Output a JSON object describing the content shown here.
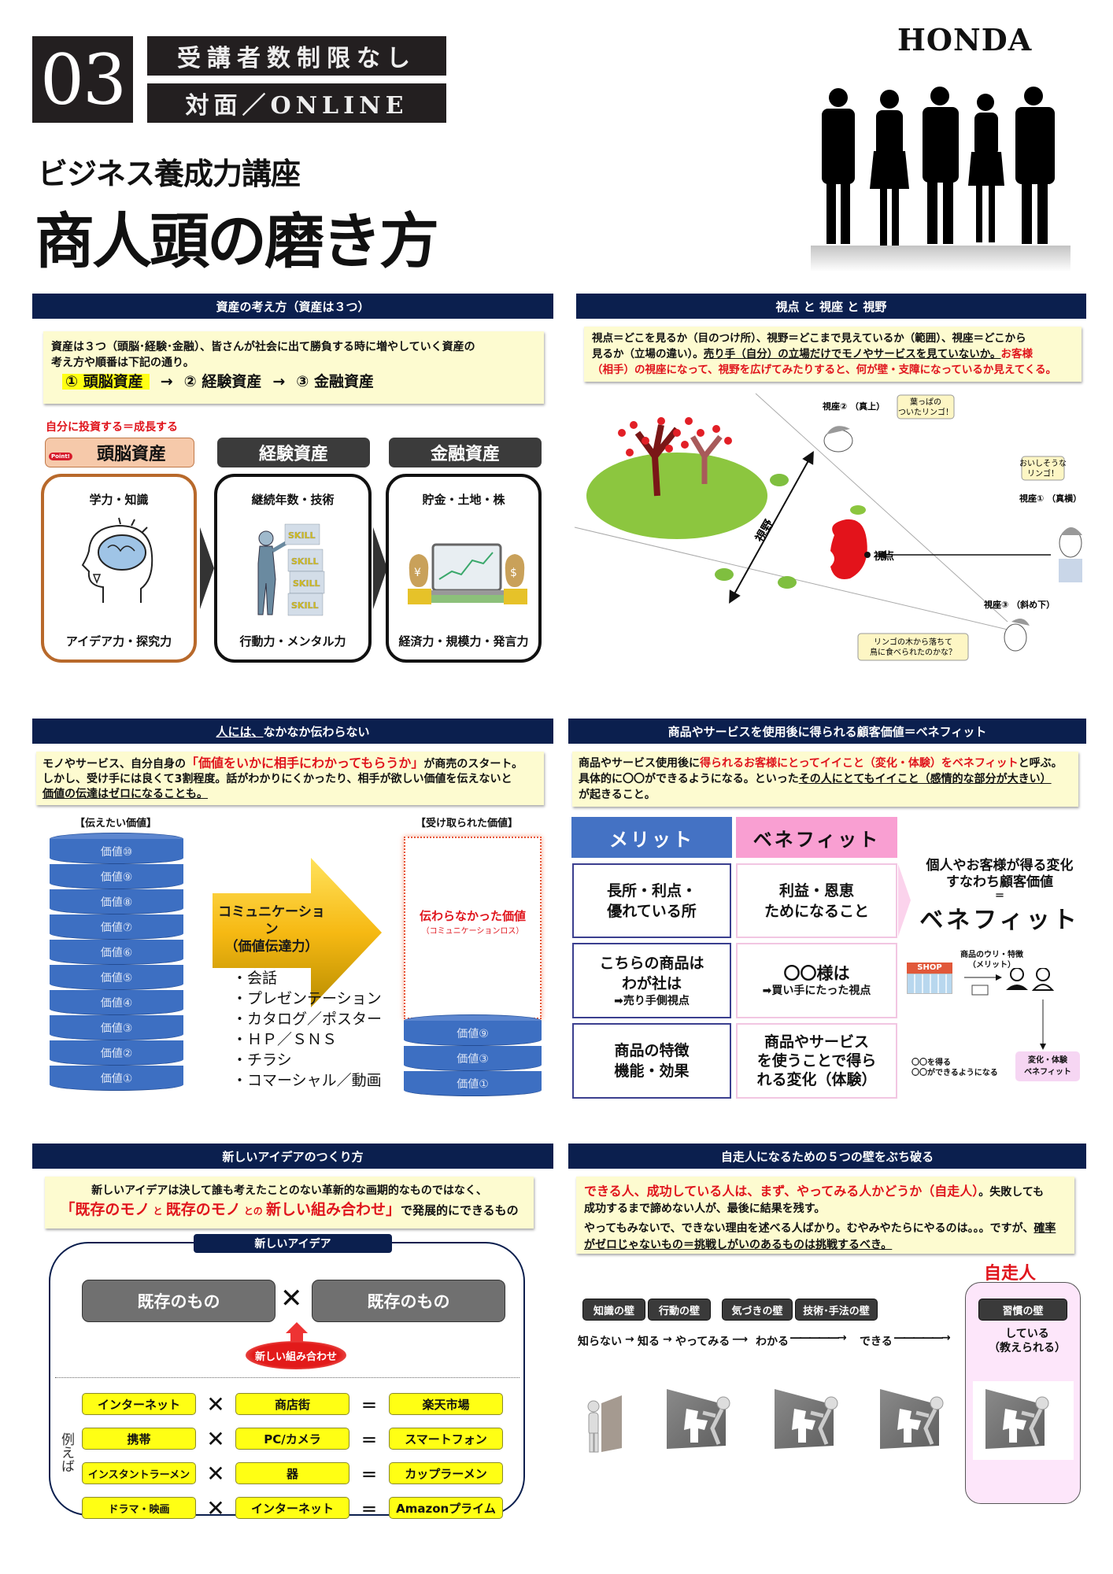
{
  "header": {
    "number": "03",
    "tag_top": "受講者数制限なし",
    "tag_bottom": "対面／ONLINE",
    "subtitle": "ビジネス養成力講座",
    "title": "商人頭の磨き方",
    "logo": "HONDA",
    "image": "people-silhouettes"
  },
  "sections": {
    "assets": {
      "bar": "資産の考え方（資産は３つ）",
      "note_line1": "資産は３つ（頭脳･経験･金融）、皆さんが社会に出て勝負する時に増やしていく資産の",
      "note_line2": "考え方や順番は下記の通り。",
      "flow": [
        "① 頭脳資産",
        "→",
        "② 経験資産",
        "→",
        "③ 金融資産"
      ],
      "invest_label": "自分に投資する＝成長する",
      "point_badge": "Point!",
      "cards": [
        {
          "category": "頭脳資産",
          "top": "学力・知識",
          "bottom": "アイデア力・探究力",
          "image": "brain-head"
        },
        {
          "category": "経験資産",
          "top": "継続年数・技術",
          "bottom": "行動力・メンタル力",
          "image": "skill-blocks",
          "skill_label": "SKILL"
        },
        {
          "category": "金融資産",
          "top": "貯金・土地・株",
          "bottom": "経済力・規模力・発言力",
          "image": "money-laptop"
        }
      ]
    },
    "viewpoint": {
      "bar": "視点 と 視座 と 視野",
      "note_p1": "視点＝どこを見るか（目のつけ所）、視野＝どこまで見えているか（範囲）、視座＝どこから",
      "note_p2a": "見るか（立場の違い）。",
      "note_p2u": "売り手（自分）の立場だけでモノやサービスを見ていないか。",
      "note_p2r": "お客様",
      "note_p3r": "（相手）の視座になって、視野を広げてみたりすると、何が壁・支障になっているか見えてくる。",
      "seat2_label": "視座② （真上）",
      "seat2_bubble": "葉っぱの\nついたリンゴ！",
      "seat1_label": "視座① （真横）",
      "seat1_bubble": "おいしそうな\nリンゴ！",
      "seat3_label": "視座③ （斜め下）",
      "seat3_bubble": "リンゴの木から落ちて\n鳥に食べられたのかな？",
      "field_label": "視野",
      "point_label": "視点"
    },
    "communication": {
      "bar_u": "人には、",
      "bar_rest": "なかなか伝わらない",
      "note_a": "モノやサービス、自分自身の",
      "note_red": "「価値をいかに相手にわかってもらうか」",
      "note_b": "が商売のスタート。",
      "note_line2": "しかし、受け手には良くて3割程度。話がわかりにくかったり、相手が欲しい価値を伝えないと",
      "note_line3": "価値の伝達はゼロになることも。",
      "left_label": "【伝えたい価値】",
      "right_label": "【受け取られた価値】",
      "left_values": [
        "価値⑩",
        "価値⑨",
        "価値⑧",
        "価値⑦",
        "価値⑥",
        "価値⑤",
        "価値④",
        "価値③",
        "価値②",
        "価値①"
      ],
      "right_values": [
        "価値⑨",
        "価値③",
        "価値①"
      ],
      "arrow_line1": "コミュニケーション",
      "arrow_line2": "（価値伝達力）",
      "channels": [
        "・会話",
        "・プレゼンテーション",
        "・カタログ／ポスター",
        "・ＨＰ／ＳＮＳ",
        "・チラシ",
        "・コマーシャル／動画"
      ],
      "lost_title": "伝わらなかった価値",
      "lost_sub": "（コミュニケーションロス）"
    },
    "benefit": {
      "bar": "商品やサービスを使用後に得られる顧客価値＝ベネフィット",
      "note_a": "商品やサービス使用後に",
      "note_red": "得られるお客様にとってイイこと（変化・体験）をベネフィット",
      "note_b": "と呼ぶ。",
      "note_line2a": "具体的に〇〇ができるようになる。といった",
      "note_line2u": "その人にとてもイイこと（感情的な部分が大きい）",
      "note_line3": "が起きること。",
      "merit_header": "メリット",
      "benefit_header": "ベネフィット",
      "rows": [
        {
          "merit": "長所・利点・\n優れている所",
          "benefit": "利益・恩恵\nためになること"
        },
        {
          "merit": "こちらの商品は\nわが社は",
          "merit_sub": "➡売り手側視点",
          "benefit": "〇〇様は",
          "benefit_sub": "➡買い手にたった視点"
        },
        {
          "merit": "商品の特徴\n機能・効果",
          "benefit": "商品やサービス\nを使うことで得ら\nれる変化（体験）"
        }
      ],
      "side_line1": "個人やお客様が得る変化",
      "side_line2": "すなわち顧客価値",
      "side_eq": "＝",
      "side_big": "ベネフィット",
      "shop_label": "SHOP",
      "diagram_label1": "商品のウリ・特徴",
      "diagram_label2": "（メリット）",
      "gain_line1": "〇〇を得る",
      "gain_line2": "〇〇ができるようになる",
      "result_line1": "変化・体験",
      "result_line2": "ベネフィット"
    },
    "idea": {
      "bar": "新しいアイデアのつくり方",
      "note_line1": "新しいアイデアは決して誰も考えたことのない革新的な画期的なものではなく、",
      "note_r1": "「既存のモノ",
      "note_s1": " と ",
      "note_r2": "既存のモノ",
      "note_s2": " との ",
      "note_r3": "新しい組み合わせ」",
      "note_end": "で発展的にできるもの",
      "frame_title": "新しいアイデア",
      "existing": "既存のもの",
      "times": "✕",
      "combine_label": "新しい組み合わせ",
      "example_label": "例えば",
      "examples": [
        {
          "a": "インターネット",
          "b": "商店街",
          "c": "楽天市場"
        },
        {
          "a": "携帯",
          "b": "PC/カメラ",
          "c": "スマートフォン"
        },
        {
          "a": "インスタントラーメン",
          "b": "器",
          "c": "カップラーメン"
        },
        {
          "a": "ドラマ・映画",
          "b": "インターネット",
          "c": "Amazonプライム"
        }
      ],
      "op_times": "✕",
      "op_eq": "＝"
    },
    "walls": {
      "bar": "自走人になるための５つの壁をぶち破る",
      "note_red": "できる人、成功している人は、まず、やってみる人かどうか（自走人）",
      "note_a": "。失敗しても",
      "note_line2": "成功するまで諦めない人が、最後に結果を残す。",
      "note_line3a": "やってもみないで、できない理由を述べる人ばかり。むやみやたらにやるのは。。。ですが、",
      "note_line3u": "確率",
      "note_line4u": "がゼロじゃないもの＝挑戦しがいのあるものは挑戦するべき。",
      "highlight_label": "自走人",
      "walls": [
        "知識の壁",
        "行動の壁",
        "気づきの壁",
        "技術･手法の壁",
        "習慣の壁"
      ],
      "stages": [
        "知らない",
        "知る",
        "やってみる",
        "わかる",
        "できる",
        "している\n（教えられる）"
      ]
    }
  }
}
